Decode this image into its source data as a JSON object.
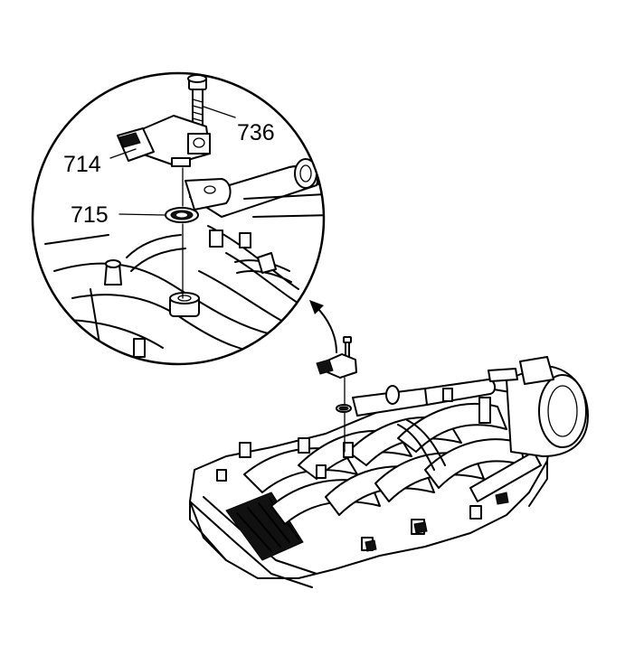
{
  "callouts": {
    "bolt": "736",
    "sensor": "714",
    "seal": "715"
  }
}
